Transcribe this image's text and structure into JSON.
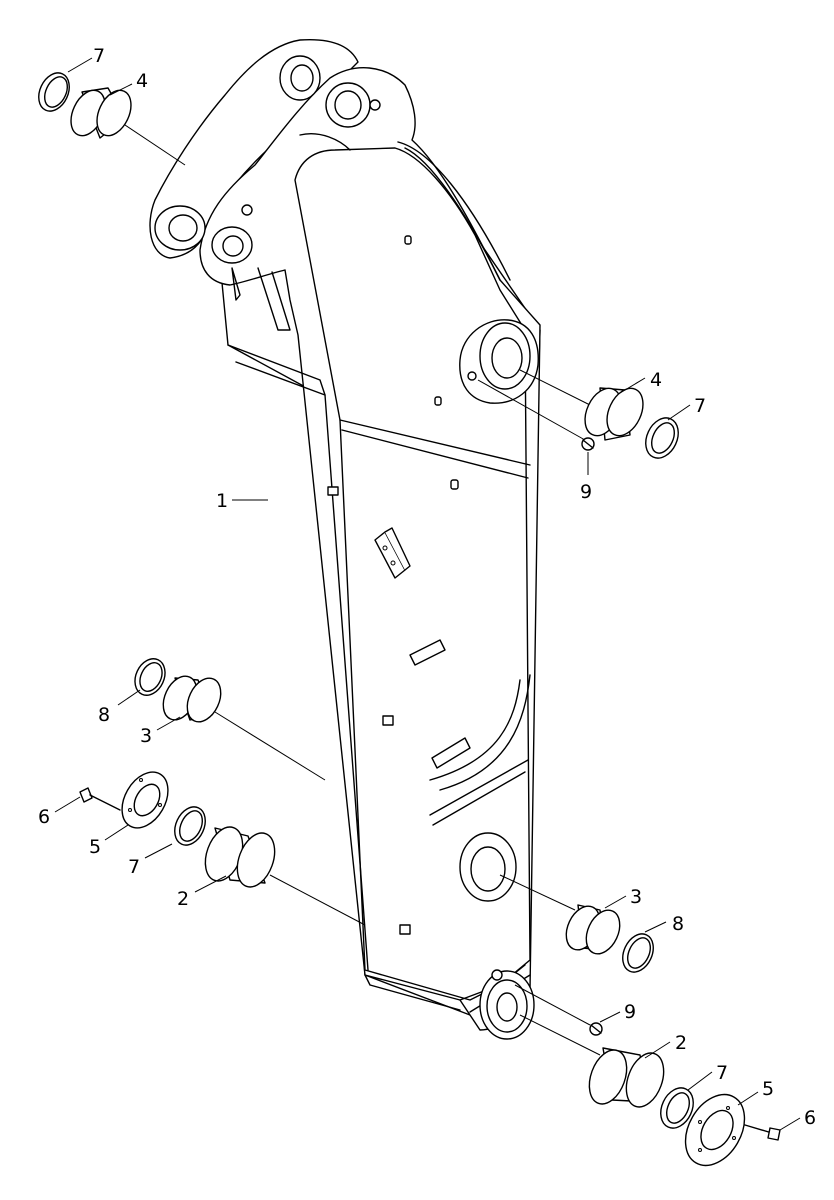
{
  "callouts": {
    "c1": "1",
    "c2a": "2",
    "c2b": "2",
    "c3a": "3",
    "c3b": "3",
    "c4a": "4",
    "c4b": "4",
    "c5a": "5",
    "c5b": "5",
    "c6a": "6",
    "c6b": "6",
    "c7a": "7",
    "c7b": "7",
    "c7c": "7",
    "c7d": "7",
    "c8a": "8",
    "c8b": "8",
    "c9a": "9",
    "c9b": "9"
  }
}
